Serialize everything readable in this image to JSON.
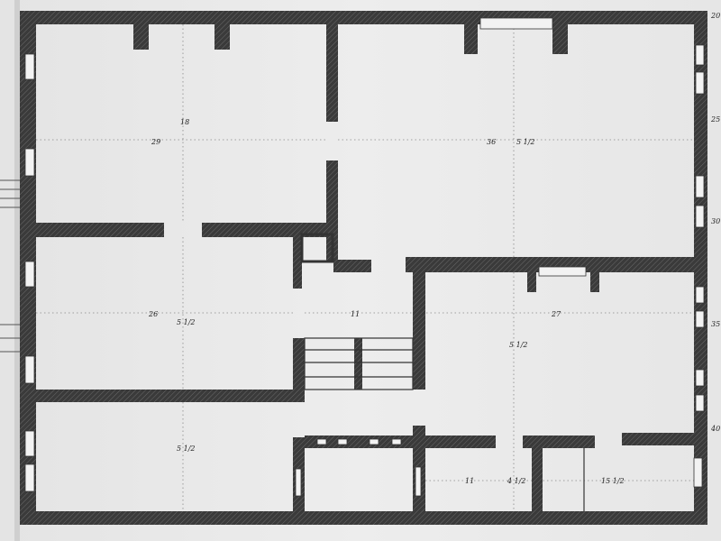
{
  "drawing": {
    "wall_color": "#3a3a3a",
    "paper_color": "#eaeaea",
    "dimension_labels": {
      "room_top_left_width": "29",
      "room_top_left_depth": "18",
      "room_top_right_width": "36",
      "room_top_right_depth": "5 1/2",
      "room_mid_left_width": "26",
      "room_mid_left_depth": "5 1/2",
      "hall_width": "11",
      "room_mid_right_width": "27",
      "room_mid_right_depth": "5 1/2",
      "room_bottom_left_depth": "5 1/2",
      "room_bottom_center_width": "11",
      "room_bottom_center_depth": "4 1/2",
      "room_bottom_right_width": "15 1/2"
    },
    "margin_scale_marks": [
      "20",
      "25",
      "30",
      "35",
      "40"
    ]
  }
}
